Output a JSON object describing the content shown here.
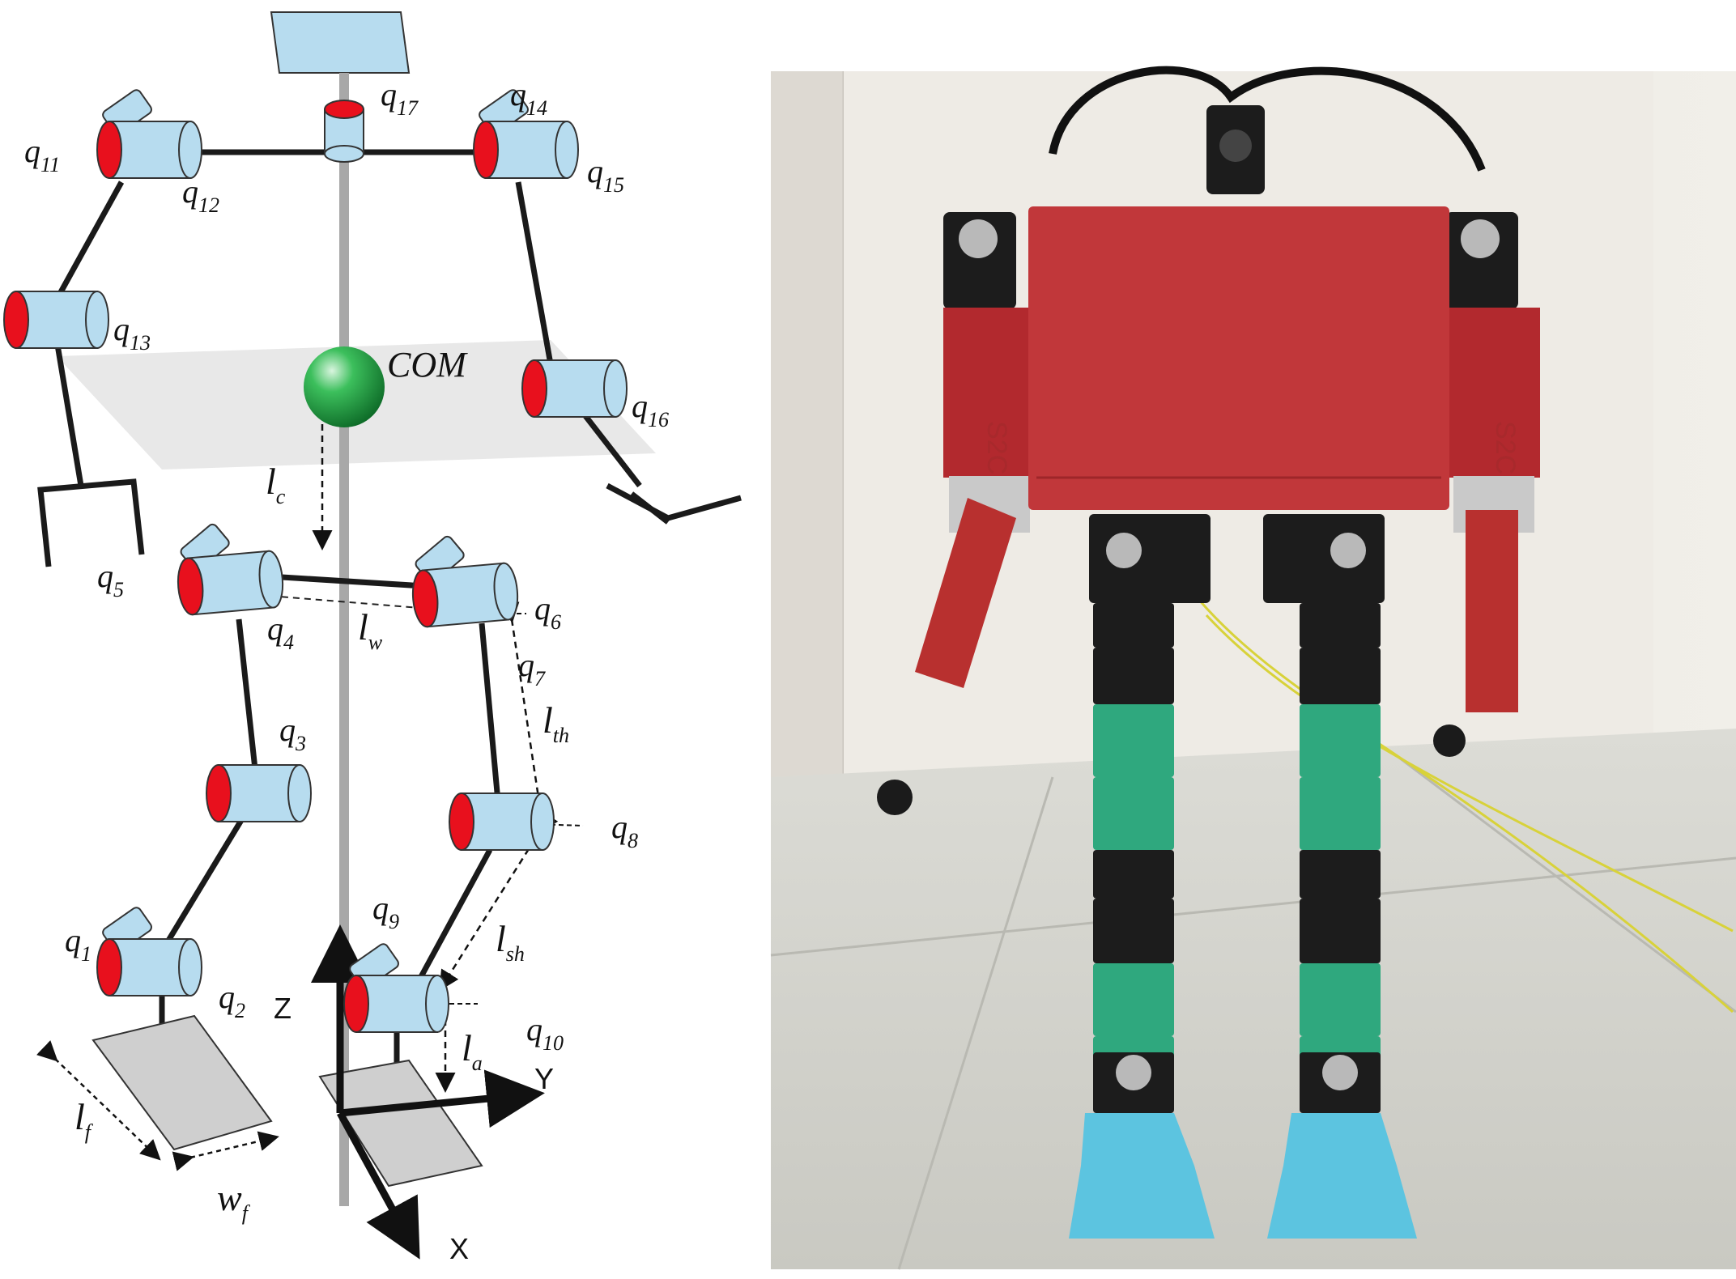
{
  "colors": {
    "joint_body": "#b7dcef",
    "joint_face": "#e8101d",
    "link": "#1a1a1a",
    "spine": "#a8a8a8",
    "com": "#1f9a3c",
    "plane": "#e3e3e3",
    "foot": "#cfcfcf",
    "robot_torso": "#c1373a",
    "robot_green": "#2fa87e",
    "robot_blue": "#5cc4e0"
  },
  "diagram": {
    "joint_labels": [
      {
        "base": "q",
        "sub": "1"
      },
      {
        "base": "q",
        "sub": "2"
      },
      {
        "base": "q",
        "sub": "3"
      },
      {
        "base": "q",
        "sub": "4"
      },
      {
        "base": "q",
        "sub": "5"
      },
      {
        "base": "q",
        "sub": "6"
      },
      {
        "base": "q",
        "sub": "7"
      },
      {
        "base": "q",
        "sub": "8"
      },
      {
        "base": "q",
        "sub": "9"
      },
      {
        "base": "q",
        "sub": "10"
      },
      {
        "base": "q",
        "sub": "11"
      },
      {
        "base": "q",
        "sub": "12"
      },
      {
        "base": "q",
        "sub": "13"
      },
      {
        "base": "q",
        "sub": "14"
      },
      {
        "base": "q",
        "sub": "15"
      },
      {
        "base": "q",
        "sub": "16"
      },
      {
        "base": "q",
        "sub": "17"
      }
    ],
    "com_label": "COM",
    "dimension_labels": [
      {
        "base": "l",
        "sub": "c"
      },
      {
        "base": "l",
        "sub": "w"
      },
      {
        "base": "l",
        "sub": "th"
      },
      {
        "base": "l",
        "sub": "sh"
      },
      {
        "base": "l",
        "sub": "a"
      },
      {
        "base": "l",
        "sub": "f"
      },
      {
        "base": "w",
        "sub": "f"
      }
    ],
    "axes": {
      "x": "X",
      "y": "Y",
      "z": "Z"
    }
  },
  "photo": {
    "torso_marking": "S2C"
  }
}
